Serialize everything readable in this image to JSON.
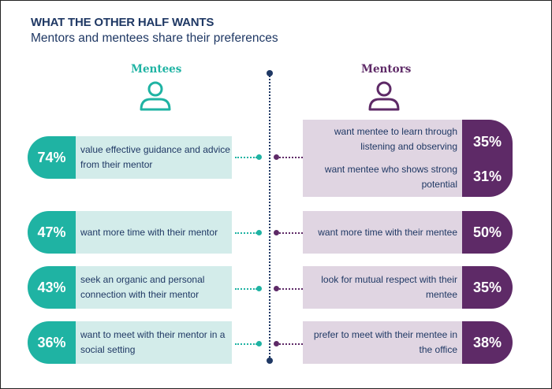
{
  "title": "WHAT THE OTHER HALF WANTS",
  "subtitle": "Mentors and mentees share their preferences",
  "colors": {
    "teal": "#1fb3a3",
    "light_teal": "#d3ecea",
    "purple": "#5e2a67",
    "light_purple": "#e0d5e2",
    "navy": "#1f3864"
  },
  "mentees": {
    "heading": "Mentees",
    "icon": "person-icon",
    "rows": [
      {
        "pct": "74%",
        "text": "value effective guidance and advice from their mentor"
      },
      {
        "pct": "47%",
        "text": "want more time with their mentor"
      },
      {
        "pct": "43%",
        "text": "seek an organic and personal connection with their mentor"
      },
      {
        "pct": "36%",
        "text": "want to meet with their mentor in a social setting"
      }
    ]
  },
  "mentors": {
    "heading": "Mentors",
    "icon": "person-icon",
    "first_group": [
      {
        "pct": "35%",
        "text": "want mentee to learn through listening and observing"
      },
      {
        "pct": "31%",
        "text": "want mentee who shows strong potential"
      }
    ],
    "rows": [
      {
        "pct": "50%",
        "text": "want more time with their mentee"
      },
      {
        "pct": "35%",
        "text": "look for mutual respect with their mentee"
      },
      {
        "pct": "38%",
        "text": "prefer to meet with their mentee in the office"
      }
    ]
  }
}
